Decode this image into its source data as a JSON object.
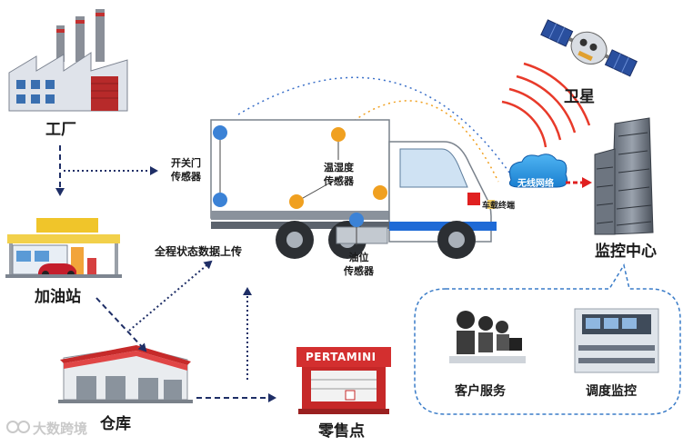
{
  "nodes": {
    "factory": "工厂",
    "gas_station": "加油站",
    "warehouse": "仓库",
    "retail": "零售点",
    "satellite": "卫星",
    "monitor_center": "监控中心",
    "customer_service": "客户服务",
    "dispatch_monitor": "调度监控"
  },
  "sensors": {
    "door": [
      "开关门",
      "传感器"
    ],
    "temp_humidity": [
      "温湿度",
      "传感器"
    ],
    "oil": [
      "油位",
      "传感器"
    ]
  },
  "labels": {
    "terminal": "车载终端",
    "wireless": "无线网络",
    "upload": "全程状态数据上传",
    "kiosk_sign": "PERTAMINI"
  },
  "watermark": "大数跨境",
  "colors": {
    "sensor_blue": "#3b82d6",
    "sensor_orange": "#f0a020",
    "arrow_navy": "#1e2e66",
    "net_red": "#e02020",
    "wave_red": "#e83a2a",
    "truck_blue": "#1e6ad6"
  }
}
